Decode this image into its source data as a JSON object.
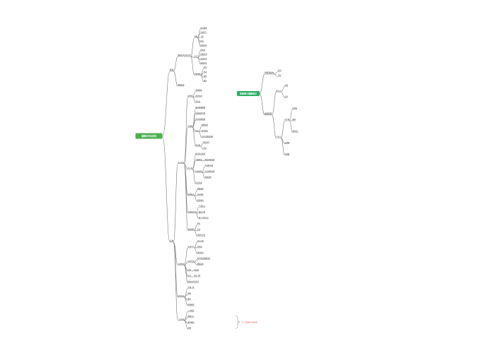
{
  "colors": {
    "root": "#4caf50",
    "root2": "#27ae60",
    "line": "#6f6f6f",
    "note": "#d9534f"
  },
  "root1": {
    "label": "储能技术及应用"
  },
  "root2": {
    "label": "新能源与储能结合"
  },
  "tree1": {
    "label": "",
    "children": [
      {
        "label": "概述",
        "children": [
          {
            "label": "储能技术及其分类",
            "children": [
              {
                "label": "物理",
                "children": [
                  {
                    "label": "抽水蓄能"
                  },
                  {
                    "label": "压缩空气"
                  },
                  {
                    "label": "飞轮"
                  },
                  {
                    "label": "超导"
                  },
                  {
                    "label": "超级电容"
                  }
                ]
              },
              {
                "label": "化学",
                "children": [
                  {
                    "label": "锂电池"
                  },
                  {
                    "label": "铅酸电池"
                  },
                  {
                    "label": "液流电池"
                  },
                  {
                    "label": "钠硫电池"
                  }
                ]
              },
              {
                "label": "电磁储能",
                "children": [
                  {
                    "label": "超导"
                  },
                  {
                    "label": "电容"
                  },
                  {
                    "label": "储热"
                  },
                  {
                    "label": "储冷"
                  }
                ]
              }
            ]
          },
          {
            "label": "储能发展"
          }
        ]
      },
      {
        "label": "应用",
        "children": [
          {
            "label": "电力系统",
            "children": [
              {
                "label": "发电侧",
                "children": [
                  {
                    "label": "调峰调频"
                  },
                  {
                    "label": "备用电源"
                  },
                  {
                    "label": "黑启动"
                  }
                ]
              },
              {
                "label": "电网侧",
                "children": [
                  {
                    "label": "输电阻塞缓解"
                  },
                  {
                    "label": "延缓设备升级"
                  },
                  {
                    "label": "提高电能质量"
                  },
                  {
                    "label": "配电",
                    "children": [
                      {
                        "label": "削峰填谷"
                      },
                      {
                        "label": "需求响应"
                      },
                      {
                        "label": "分布式能源消纳"
                      }
                    ]
                  },
                  {
                    "label": "微电网",
                    "children": [
                      {
                        "label": "孤岛运行"
                      },
                      {
                        "label": "并网"
                      }
                    ]
                  }
                ]
              },
              {
                "label": "用户侧",
                "children": [
                  {
                    "label": "峰谷电价套利"
                  },
                  {
                    "label": "容量管理",
                    "children": [
                      {
                        "label": "降低需量电费"
                      }
                    ]
                  },
                  {
                    "label": "电能质量",
                    "children": [
                      {
                        "label": "不间断电源"
                      },
                      {
                        "label": "电压暂降治理"
                      },
                      {
                        "label": "谐波治理"
                      }
                    ]
                  },
                  {
                    "label": "应急电源"
                  }
                ]
              },
              {
                "label": "辅助服务",
                "children": [
                  {
                    "label": "调频服务"
                  },
                  {
                    "label": "调压服务"
                  },
                  {
                    "label": "旋转备用"
                  }
                ]
              },
              {
                "label": "新能源并网",
                "children": [
                  {
                    "label": "平滑出力"
                  },
                  {
                    "label": "跟踪计划"
                  },
                  {
                    "label": "减少弃风弃光"
                  }
                ]
              },
              {
                "label": "储能规划",
                "children": [
                  {
                    "label": "选址"
                  },
                  {
                    "label": "定容"
                  },
                  {
                    "label": "经济性评估"
                  }
                ]
              }
            ]
          },
          {
            "label": "交通领域",
            "children": [
              {
                "label": "电动汽车",
                "children": [
                  {
                    "label": "动力电池"
                  },
                  {
                    "label": "充电桩"
                  },
                  {
                    "label": "换电模式"
                  }
                ]
              },
              {
                "label": "轨道交通",
                "children": [
                  {
                    "label": "再生制动能量回收"
                  },
                  {
                    "label": "储能装置"
                  }
                ]
              },
              {
                "label": "船舶",
                "children": [
                  {
                    "label": "电动船"
                  }
                ]
              },
              {
                "label": "航空",
                "children": [
                  {
                    "label": "电动飞机"
                  }
                ]
              },
              {
                "label": "储能式有轨电车"
              }
            ]
          },
          {
            "label": "建筑领域",
            "children": [
              {
                "label": "光储一体"
              },
              {
                "label": "储热"
              },
              {
                "label": "储冷"
              },
              {
                "label": "智能家居"
              }
            ]
          },
          {
            "label": "工业领域",
            "children": [
              {
                "label": "工业园区"
              },
              {
                "label": "数据中心"
              },
              {
                "label": "通信基站"
              },
              {
                "label": "其他"
              }
            ]
          }
        ]
      }
    ]
  },
  "tree2": {
    "label": "",
    "children": [
      {
        "label": "新能源发电",
        "children": [
          {
            "label": "风电"
          },
          {
            "label": "光伏"
          }
        ]
      },
      {
        "label": "储能配置",
        "children": [
          {
            "label": "集中式",
            "children": [
              {
                "label": "容量"
              },
              {
                "label": "功率"
              }
            ]
          },
          {
            "label": "分布式",
            "children": [
              {
                "label": "用户侧",
                "children": [
                  {
                    "label": "光储充"
                  },
                  {
                    "label": "微网"
                  },
                  {
                    "label": "虚拟电厂"
                  }
                ]
              },
              {
                "label": "电网侧"
              },
              {
                "label": "电源侧"
              }
            ]
          }
        ]
      }
    ]
  },
  "note": {
    "text": "注：虚线框为可选配置"
  }
}
